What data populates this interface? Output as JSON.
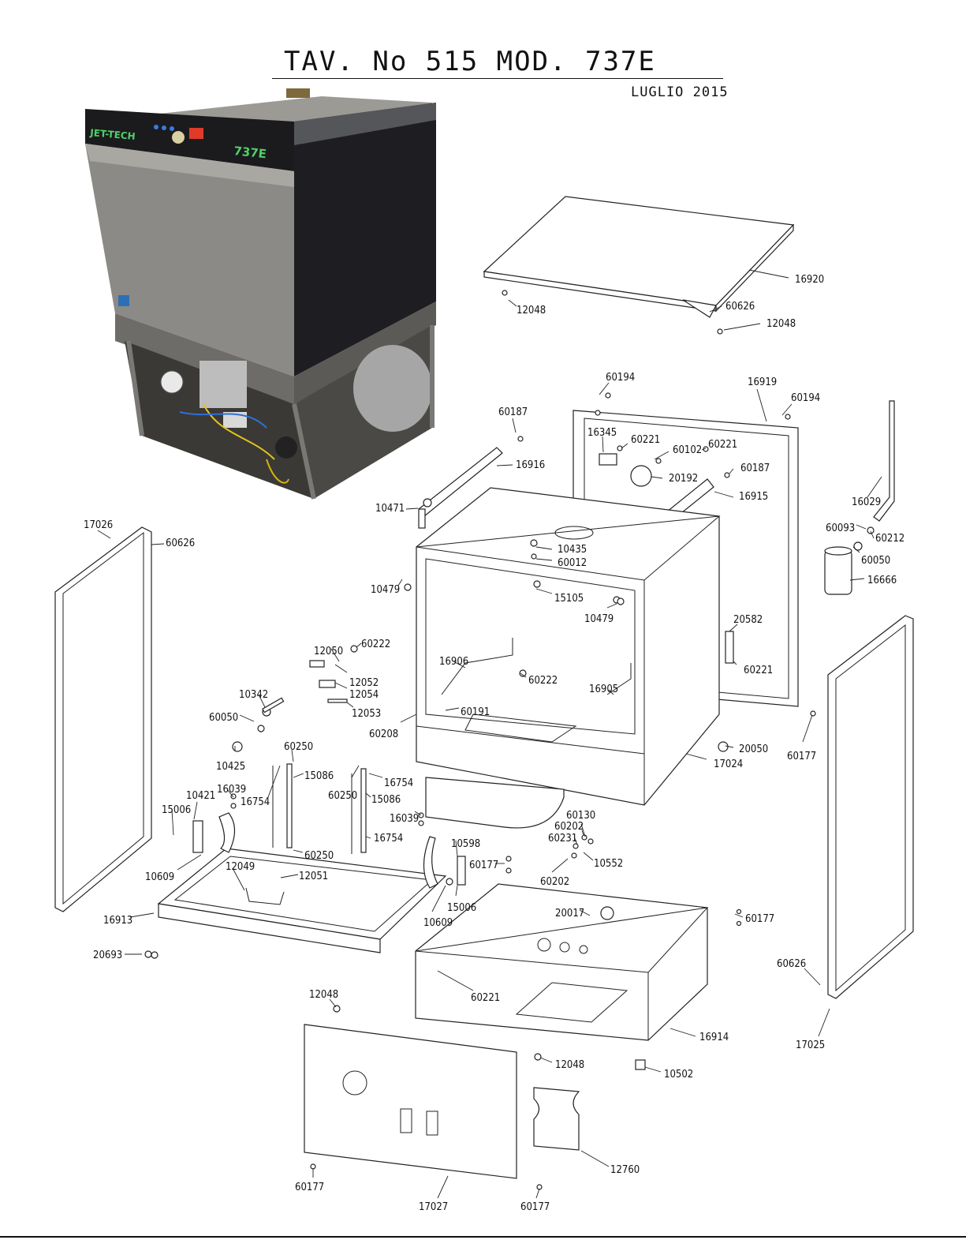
{
  "header": {
    "title": "TAV. No 515 MOD. 737E",
    "date": "LUGLIO 2015"
  },
  "photo": {
    "brand": "JET-TECH",
    "model": "737E"
  },
  "colors": {
    "line": "#222222",
    "photo_steel": "#8c8a86",
    "photo_dark": "#1b1b1d",
    "photo_green": "#4fd06a"
  },
  "parts": {
    "p16920": "16920",
    "p60626_top": "60626",
    "p12048_a": "12048",
    "p12048_b": "12048",
    "p60194_a": "60194",
    "p16919": "16919",
    "p60194_b": "60194",
    "p60187_a": "60187",
    "p16345": "16345",
    "p60221_a": "60221",
    "p60102": "60102",
    "p60221_b": "60221",
    "p60187_b": "60187",
    "p16916": "16916",
    "p20192": "20192",
    "p16915": "16915",
    "p16029": "16029",
    "p10471": "10471",
    "p60093": "60093",
    "p60212": "60212",
    "p10435": "10435",
    "p60050_a": "60050",
    "p17026": "17026",
    "p60626_left": "60626",
    "p60012": "60012",
    "p16666": "16666",
    "p10479_a": "10479",
    "p15105": "15105",
    "p10479_b": "10479",
    "p20582": "20582",
    "p12050": "12050",
    "p60222_a": "60222",
    "p16906": "16906",
    "p60221_c": "60221",
    "p12052": "12052",
    "p60222_b": "60222",
    "p12054": "12054",
    "p10342": "10342",
    "p16905": "16905",
    "p12053": "12053",
    "p60050_b": "60050",
    "p60191": "60191",
    "p60208": "60208",
    "p20050": "20050",
    "p60177_a": "60177",
    "p60250_a": "60250",
    "p17024": "17024",
    "p10425": "10425",
    "p15086_a": "15086",
    "p16754_a": "16754",
    "p16039_a": "16039",
    "p60250_b": "60250",
    "p10421": "10421",
    "p16754_b": "16754",
    "p15086_b": "15086",
    "p15006_a": "15006",
    "p16039_b": "16039",
    "p60130": "60130",
    "p16754_c": "16754",
    "p60202_a": "60202",
    "p60231": "60231",
    "p10598": "10598",
    "p60250_c": "60250",
    "p10552": "10552",
    "p12049": "12049",
    "p60177_b": "60177",
    "p10609_a": "10609",
    "p12051": "12051",
    "p60202_b": "60202",
    "p15006_b": "15006",
    "p16913": "16913",
    "p10609_b": "10609",
    "p20017": "20017",
    "p60177_c": "60177",
    "p20693": "20693",
    "p60626_right": "60626",
    "p60221_d": "60221",
    "p12048_c": "12048",
    "p16914": "16914",
    "p17025": "17025",
    "p12048_d": "12048",
    "p10502": "10502",
    "p12760": "12760",
    "p60177_d": "60177",
    "p17027": "17027",
    "p60177_e": "60177"
  }
}
